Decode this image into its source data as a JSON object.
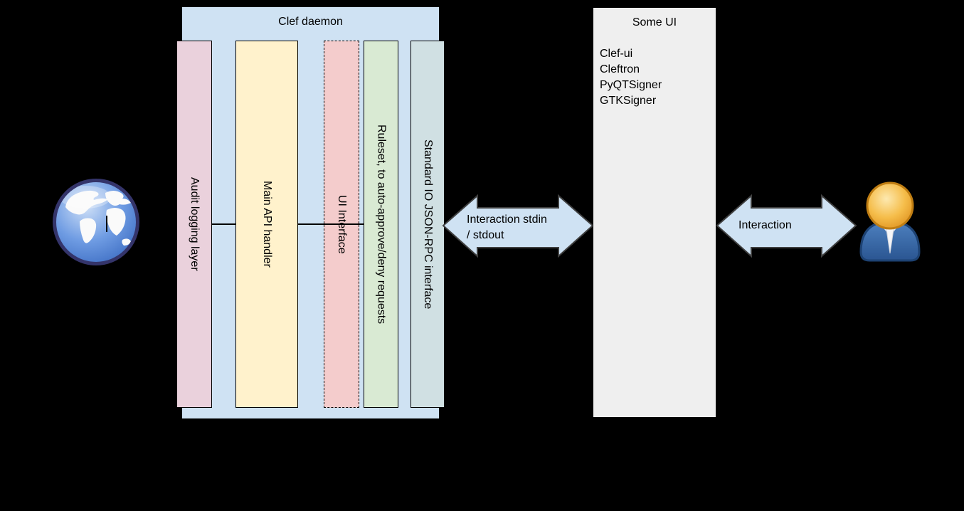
{
  "canvas": {
    "background": "#000000"
  },
  "clef_daemon": {
    "title": "Clef daemon",
    "fill": "#cfe2f3",
    "bars": [
      {
        "label": "Audit logging layer",
        "fill": "#ead1dc",
        "border_style": "solid"
      },
      {
        "label": "Main API handler",
        "fill": "#fff2cc",
        "border_style": "solid"
      },
      {
        "label": "UI Interface",
        "fill": "#f4cccc",
        "border_style": "dashed"
      },
      {
        "label": "Ruleset, to auto-approve/deny requests",
        "fill": "#d9ead3",
        "border_style": "solid"
      },
      {
        "label": "Standard IO JSON-RPC interface",
        "fill": "#d0e0e3",
        "border_style": "solid"
      }
    ]
  },
  "some_ui": {
    "title": "Some UI",
    "fill": "#efefef",
    "items": [
      "Clef-ui",
      "Cleftron",
      "PyQTSigner",
      "GTKSigner"
    ]
  },
  "arrows": {
    "fill": "#cfe2f3",
    "stroke": "#3f3f3f",
    "clef_to_ui": {
      "label_line1": "Interaction stdin",
      "label_line2": "/ stdout"
    },
    "ui_to_user": {
      "label": "Interaction"
    }
  },
  "icons": {
    "left": "globe-icon",
    "right": "user-icon"
  }
}
